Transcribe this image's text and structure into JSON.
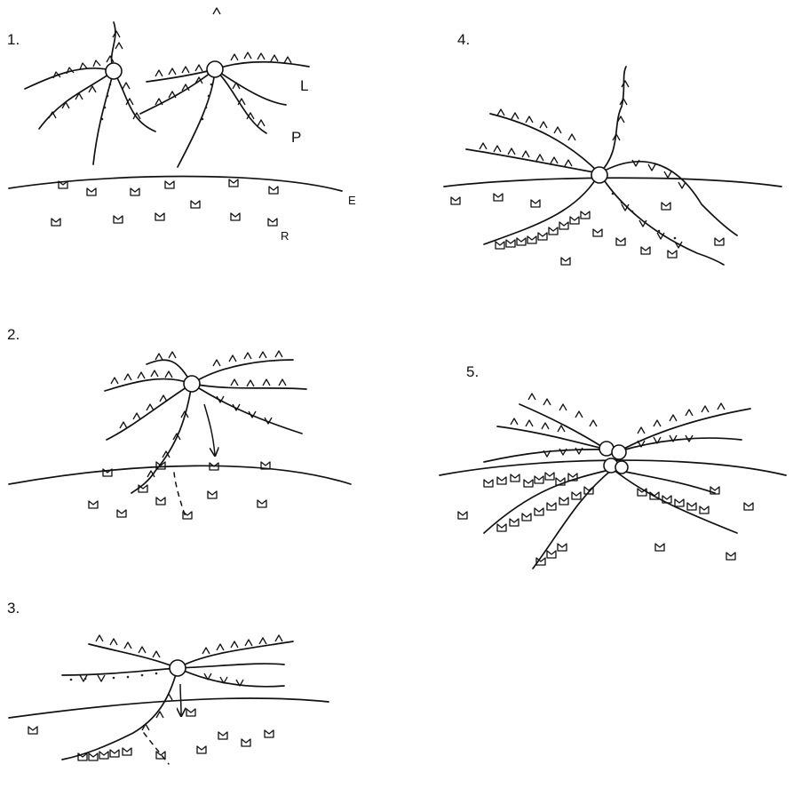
{
  "panels": [
    {
      "label": "1.",
      "annotations": {
        "L": "L",
        "P": "P",
        "E": "E",
        "R": "R"
      }
    },
    {
      "label": "2."
    },
    {
      "label": "3."
    },
    {
      "label": "4."
    },
    {
      "label": "5."
    }
  ]
}
